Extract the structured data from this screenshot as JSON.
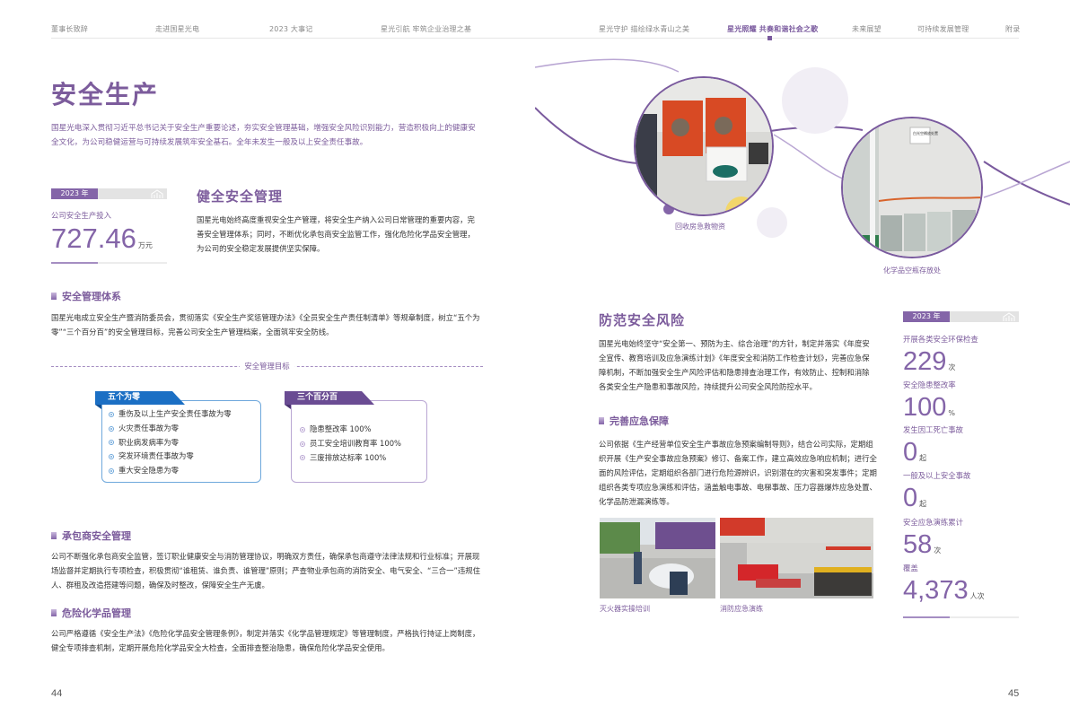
{
  "nav": {
    "items": [
      {
        "label": "董事长致辞",
        "active": false
      },
      {
        "label": "走进国星光电",
        "active": false
      },
      {
        "label": "2023 大事记",
        "active": false
      },
      {
        "label": "星光引航  牢筑企业治理之基",
        "active": false
      },
      {
        "label": "星光守护  描绘绿水青山之美",
        "active": false
      },
      {
        "label": "星光照耀 共奏和谐社会之歌",
        "active": true
      },
      {
        "label": "未来展望",
        "active": false
      },
      {
        "label": "可持续发展管理",
        "active": false
      },
      {
        "label": "附录",
        "active": false
      }
    ]
  },
  "left": {
    "title": "安全生产",
    "intro": "国星光电深入贯彻习近平总书记关于安全生产重要论述，夯实安全管理基础，增强安全风险识别能力，营造积极向上的健康安全文化，为公司稳健运营与可持续发展筑牢安全基石。全年未发生一般及以上安全责任事故。",
    "stat_card": {
      "year": "2023 年",
      "label": "公司安全生产投入",
      "value": "727.46",
      "unit": "万元"
    },
    "health_mgmt": {
      "title": "健全安全管理",
      "text": "国星光电始终高度重视安全生产管理，将安全生产纳入公司日常管理的重要内容，完善安全管理体系；同时，不断优化承包商安全监管工作，强化危险化学品安全管理，为公司的安全稳定发展提供坚实保障。"
    },
    "system": {
      "title": "安全管理体系",
      "text": "国星光电成立安全生产暨消防委员会，贯彻落实《安全生产奖惩管理办法》《全员安全生产责任制清单》等规章制度，树立“五个为零”“三个百分百”的安全管理目标，完善公司安全生产管理档案，全面筑牢安全防线。"
    },
    "goals": {
      "title": "安全管理目标",
      "five_zero": {
        "title": "五个为零",
        "items": [
          "重伤及以上生产安全责任事故为零",
          "火灾责任事故为零",
          "职业病发病率为零",
          "突发环境责任事故为零",
          "重大安全隐患为零"
        ]
      },
      "three_hundred": {
        "title": "三个百分百",
        "items": [
          "隐患整改率 100%",
          "员工安全培训教育率 100%",
          "三废排放达标率 100%"
        ]
      }
    },
    "contractor": {
      "title": "承包商安全管理",
      "text": "公司不断强化承包商安全监管，签订职业健康安全与消防管理协议，明确双方责任，确保承包商遵守法律法规和行业标准；开展现场监督并定期执行专项检查，积极贯彻“谁租赁、谁负责、谁管理”原则；严查物业承包商的消防安全、电气安全、“三合一”违规住人、群租及改造搭建等问题，确保及时整改，保障安全生产无虞。"
    },
    "chemicals": {
      "title": "危险化学品管理",
      "text": "公司严格遵循《安全生产法》《危险化学品安全管理条例》，制定并落实《化学品管理规定》等管理制度，严格执行持证上岗制度，健全专项排查机制，定期开展危险化学品安全大检查，全面排查整治隐患，确保危险化学品安全使用。"
    },
    "page_number": "44"
  },
  "right": {
    "photos": {
      "circle1_caption": "回收房急救物资",
      "circle2_caption": "化学品空瓶存放处",
      "circle2_sign": "白光空桶放处置"
    },
    "risk": {
      "title": "防范安全风险",
      "text": "国星光电始终坚守“安全第一、预防为主、综合治理”的方针，制定并落实《年度安全宣传、教育培训及应急演练计划》《年度安全和消防工作检查计划》，完善应急保障机制，不断加强安全生产风险评估和隐患排查治理工作，有效防止、控制和消除各类安全生产隐患和事故风险，持续提升公司安全风险防控水平。"
    },
    "emergency": {
      "title": "完善应急保障",
      "text": "公司依据《生产经营单位安全生产事故应急预案编制导则》，结合公司实际，定期组织开展《生产安全事故应急预案》修订、备案工作，建立高效应急响应机制；进行全面的风险评估，定期组织各部门进行危险源辨识，识别潜在的灾害和突发事件；定期组织各类专项应急演练和评估，涵盖触电事故、电梯事故、压力容器爆炸应急处置、化学品防泄漏演练等。",
      "photo1_caption": "灭火器实操培训",
      "photo2_caption": "消防应急演练"
    },
    "stats": {
      "year": "2023 年",
      "items": [
        {
          "label": "开展各类安全环保检查",
          "value": "229",
          "unit": "次"
        },
        {
          "label": "安全隐患整改率",
          "value": "100",
          "unit": "%"
        },
        {
          "label": "发生因工死亡事故",
          "value": "0",
          "unit": "起"
        },
        {
          "label": "一般及以上安全事故",
          "value": "0",
          "unit": "起"
        },
        {
          "label": "安全应急演练累计",
          "value": "58",
          "unit": "次"
        },
        {
          "label": "覆盖",
          "value": "4,373",
          "unit": "人次"
        }
      ]
    },
    "page_number": "45"
  },
  "colors": {
    "accent_purple": "#7c5c9c",
    "tag_purple": "#8465a8",
    "five_zero_blue": "#1b6fc4",
    "five_zero_border": "#6fa8dc",
    "three_hundred_purple": "#6a4c93",
    "three_hundred_border": "#b9a6d3"
  }
}
